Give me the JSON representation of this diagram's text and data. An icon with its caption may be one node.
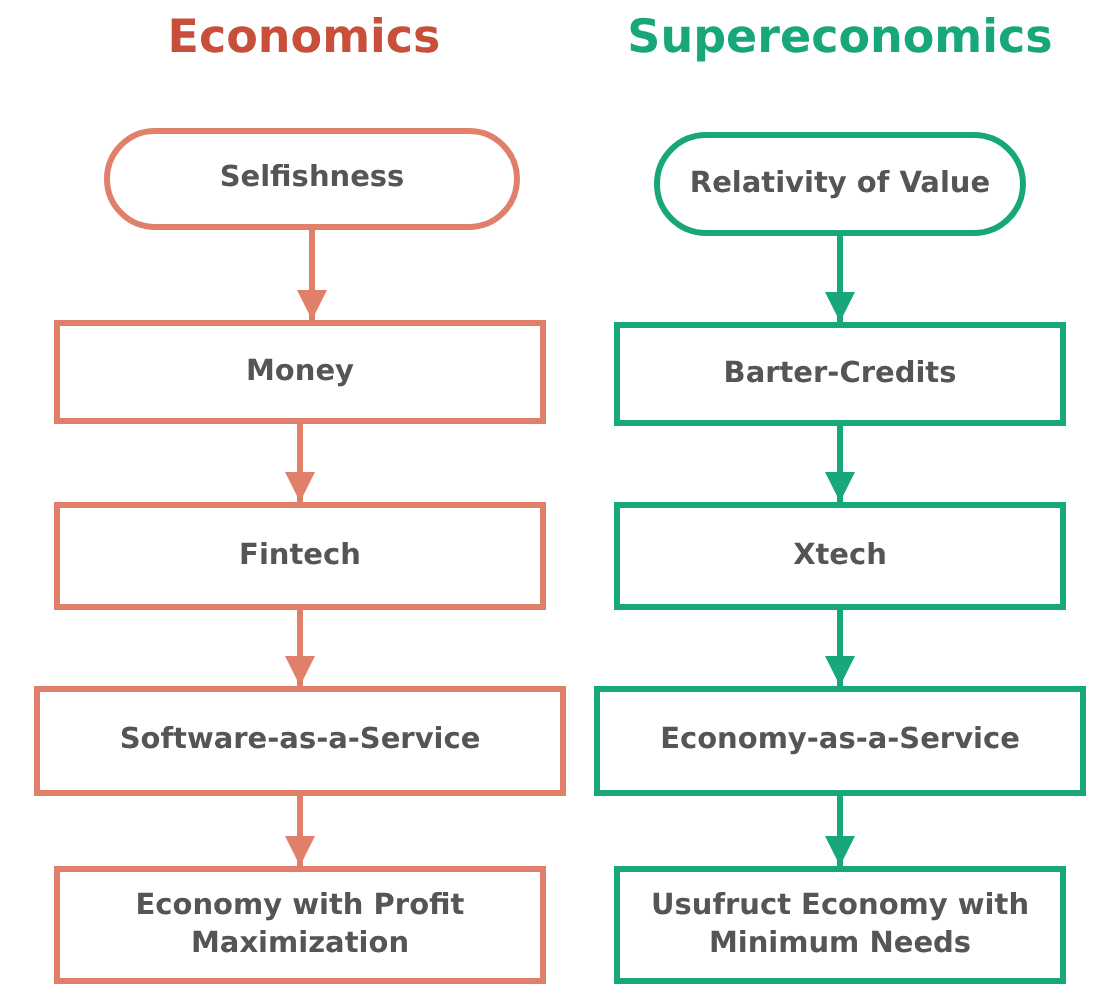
{
  "diagram": {
    "nodes": [
      {
        "text": [
          "Selfishness"
        ]
      },
      {
        "text": [
          "Money"
        ]
      },
      {
        "text": [
          "Fintech"
        ]
      },
      {
        "text": [
          "Software-as-a-Service"
        ]
      },
      {
        "text": [
          "Economy with Profit Maximization"
        ]
      },
      {
        "text": [
          "Relativity of Value"
        ]
      },
      {
        "text": [
          "Barter-Credits"
        ]
      },
      {
        "text": [
          "Xtech"
        ]
      },
      {
        "text": [
          "Economy-as-a-Service"
        ]
      },
      {
        "text": [
          "Usufruct Economy with Minimum Needs"
        ]
      }
    ],
    "edges": [
      {
        "from": 0,
        "to": 1,
        "arrow": "to"
      },
      {
        "from": 1,
        "to": 2,
        "arrow": "to"
      },
      {
        "from": 2,
        "to": 3,
        "arrow": "to"
      },
      {
        "from": 3,
        "to": 4,
        "arrow": "to"
      },
      {
        "from": 5,
        "to": 6,
        "arrow": "to",
        "color": "#17a77a"
      },
      {
        "from": 6,
        "to": 7,
        "arrow": "to",
        "color": "#17a77a"
      },
      {
        "from": 7,
        "to": 8,
        "arrow": "to",
        "color": "#17a77a"
      },
      {
        "from": 8,
        "to": 9,
        "arrow": "to",
        "color": "#17a77a"
      }
    ],
    "labels": [
      "Economics",
      "Supereconomics"
    ]
  }
}
